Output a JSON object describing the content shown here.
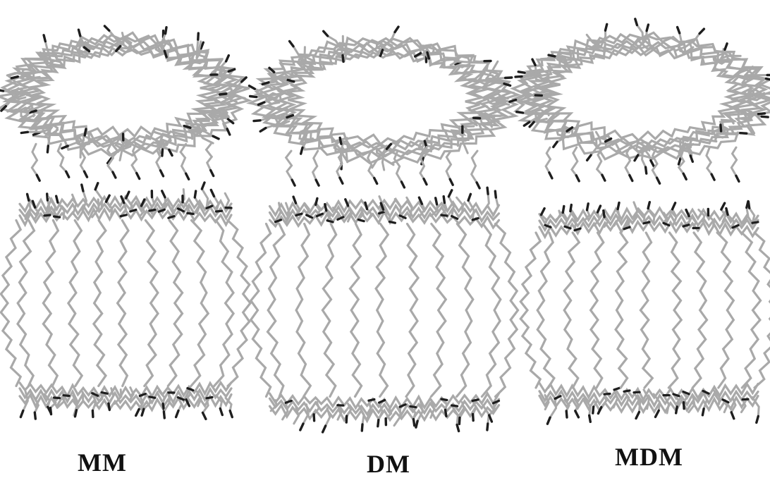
{
  "figure": {
    "panels": [
      {
        "id": "mm",
        "label": "MM",
        "views": [
          "top-view",
          "side-view"
        ]
      },
      {
        "id": "dm",
        "label": "DM",
        "views": [
          "top-view",
          "side-view"
        ]
      },
      {
        "id": "mdm",
        "label": "MDM",
        "views": [
          "top-view",
          "side-view"
        ]
      }
    ],
    "colors": {
      "carbon_bond": "#a9a9a9",
      "oxygen_bond": "#1e1e1e",
      "background": "#ffffff",
      "label": "#111111"
    }
  }
}
